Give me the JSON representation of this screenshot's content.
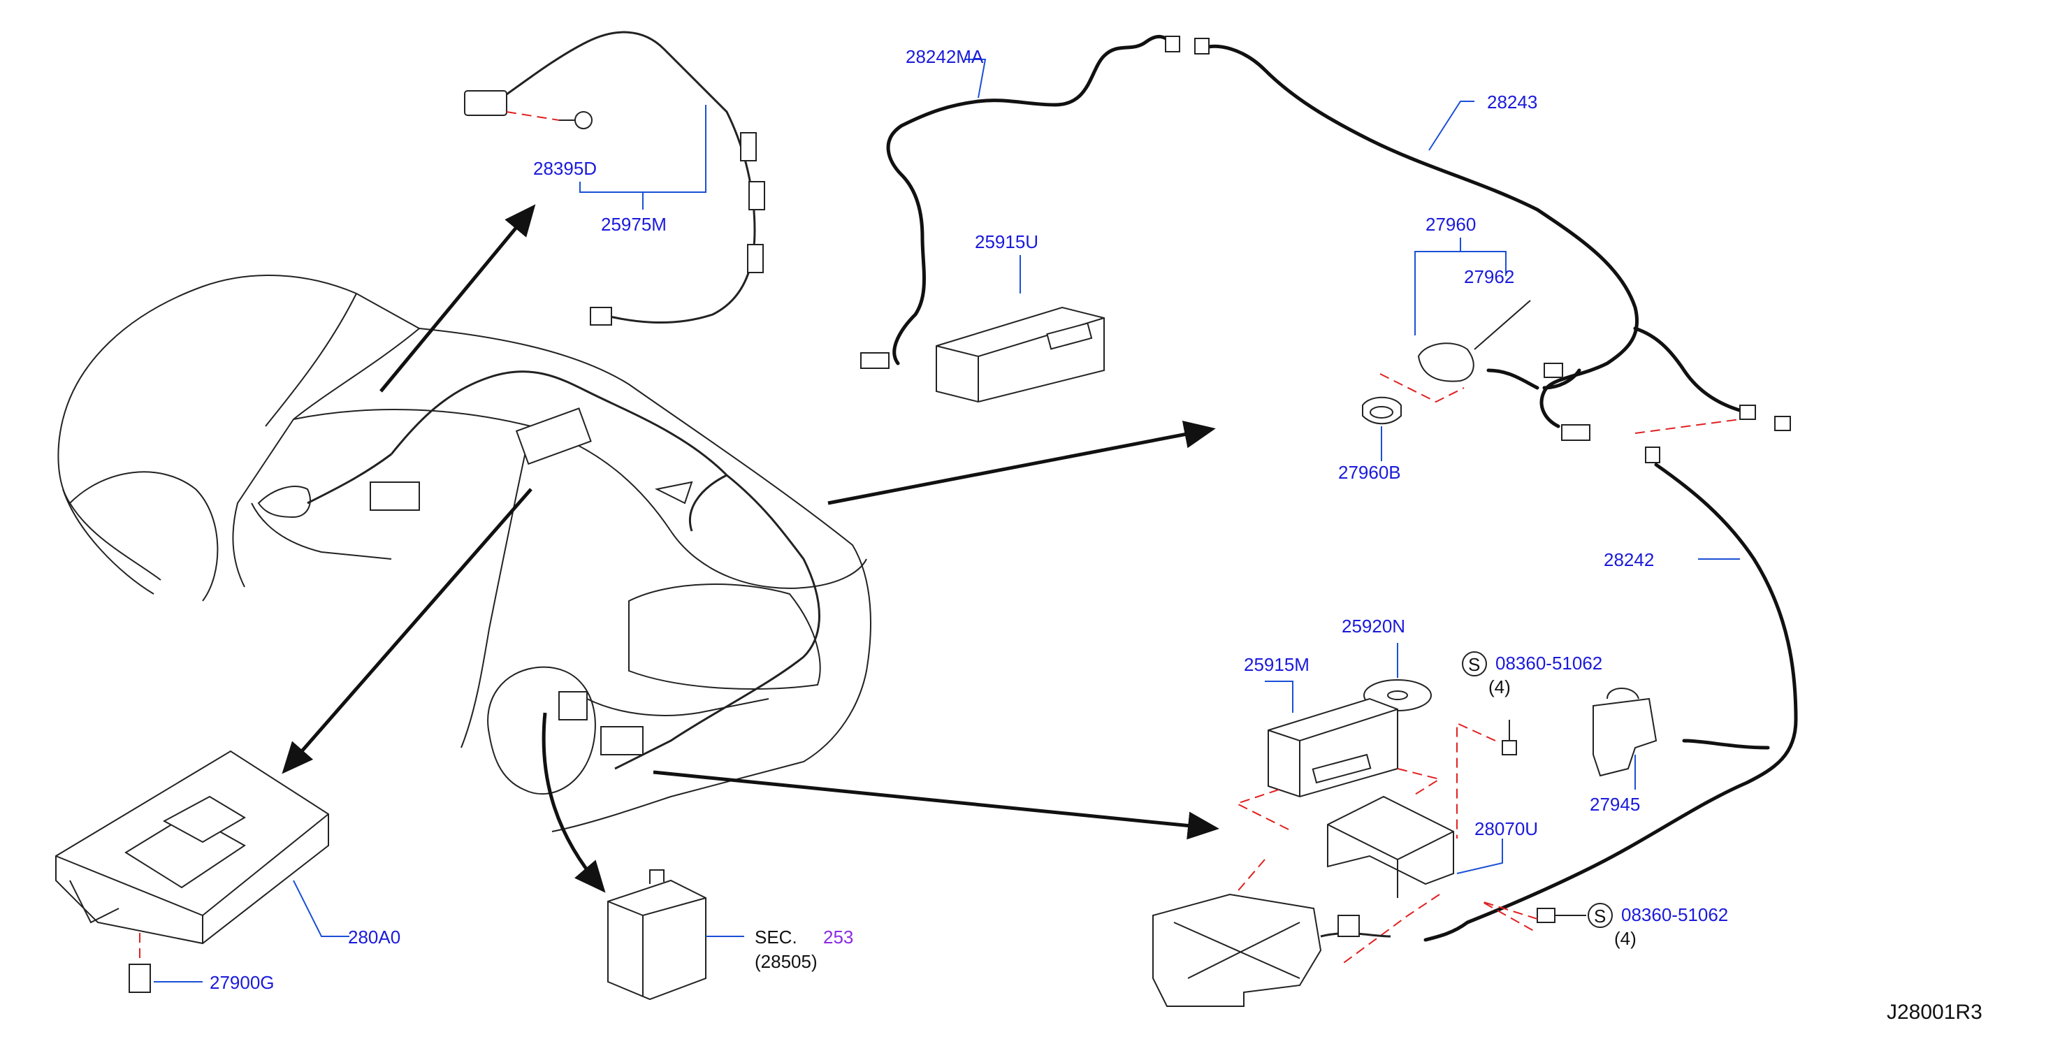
{
  "diagram": {
    "drawing_number": "J28001R3",
    "labels": {
      "p25975M": "25975M",
      "p28395D": "28395D",
      "p28242MA": "28242MA",
      "p28243": "28243",
      "p25915U": "25915U",
      "p27960": "27960",
      "p27962": "27962",
      "p27960B": "27960B",
      "p28242": "28242",
      "p25920N": "25920N",
      "p25915M": "25915M",
      "p08360_1": "08360-51062",
      "p08360_1_qty": "(4)",
      "p28070U": "28070U",
      "p27945": "27945",
      "p08360_2": "08360-51062",
      "p08360_2_qty": "(4)",
      "p280A0": "280A0",
      "p27900G": "27900G",
      "sec_prefix": "SEC.",
      "sec_number": "253",
      "sec_ref": "(28505)",
      "s_symbol_1": "S",
      "s_symbol_2": "S"
    },
    "colors": {
      "label_blue": "#1a1adb",
      "leader_blue": "#1a4fd6",
      "dashed_red": "#e02020",
      "section_purple": "#8a2be2"
    }
  }
}
